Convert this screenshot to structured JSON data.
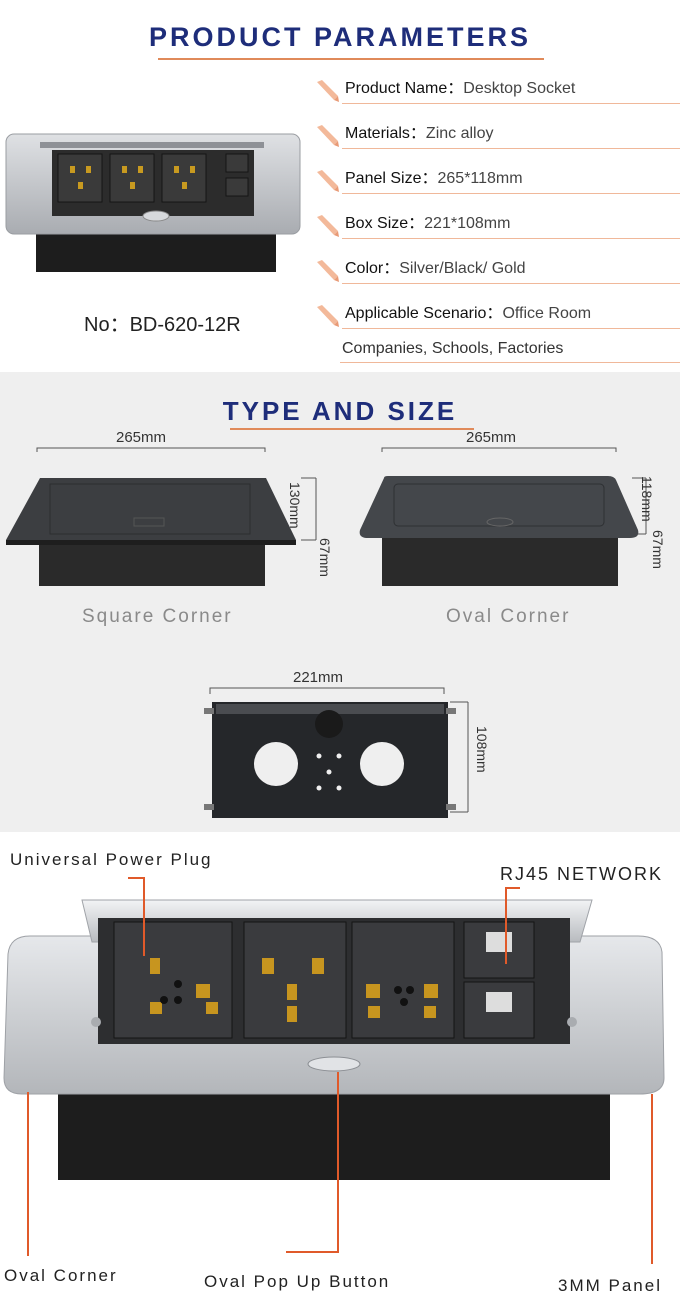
{
  "parameters": {
    "title": "PRODUCT PARAMETERS",
    "model_number": "No：BD-620-12R",
    "rows": [
      {
        "label": "Product Name：",
        "value": "Desktop Socket"
      },
      {
        "label": "Materials：",
        "value": "Zinc alloy"
      },
      {
        "label": "Panel Size：",
        "value": "265*118mm"
      },
      {
        "label": "Box Size：",
        "value": "221*108mm"
      },
      {
        "label": "Color：",
        "value": "Silver/Black/ Gold"
      },
      {
        "label": "Applicable Scenario：",
        "value": "Office Room"
      }
    ],
    "scenario_continued": "Companies, Schools, Factories"
  },
  "type_size": {
    "title": "TYPE AND SIZE",
    "square": {
      "width": "265mm",
      "depth": "130mm",
      "height": "67mm",
      "caption": "Square Corner"
    },
    "oval": {
      "width": "265mm",
      "depth": "118mm",
      "height": "67mm",
      "caption": "Oval Corner"
    },
    "box": {
      "width": "221mm",
      "height": "108mm"
    }
  },
  "features": {
    "universal_plug": "Universal Power Plug",
    "rj45": "RJ45 NETWORK",
    "oval_corner": "Oval Corner",
    "pop_up_button": "Oval Pop Up Button",
    "panel": "3MM Panel"
  },
  "colors": {
    "title_blue": "#1e2d7a",
    "accent_orange": "#e08a5a",
    "callout_line": "#e05a2a",
    "silver": "#c9cbce",
    "black": "#1f1f1f"
  }
}
